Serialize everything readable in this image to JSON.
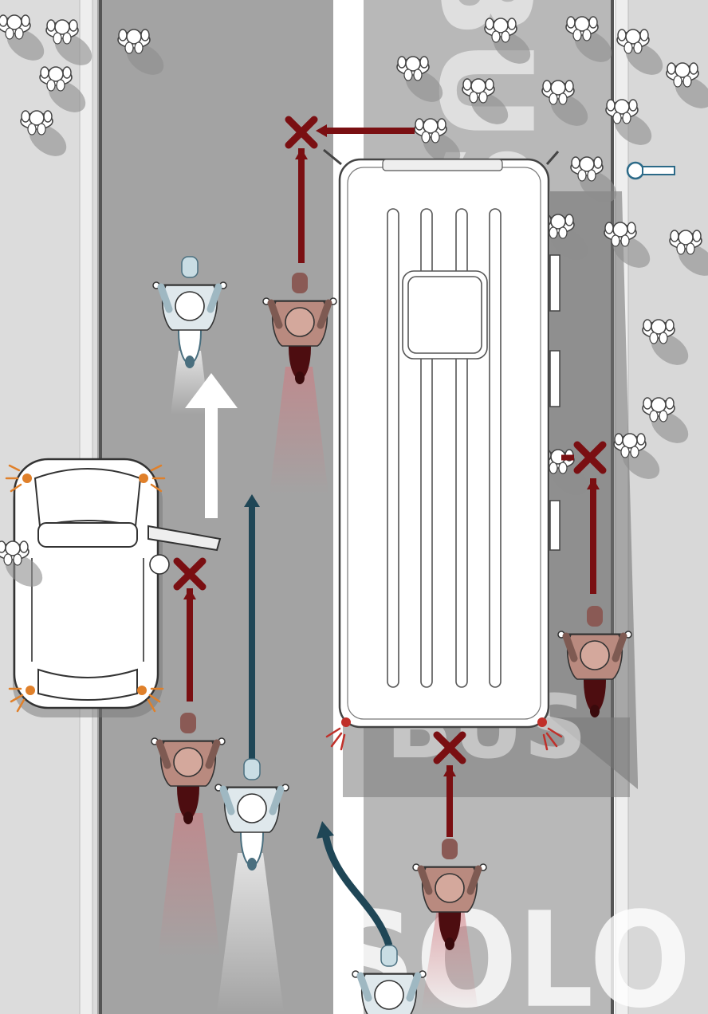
{
  "road_markings": {
    "bus_top": "BUS",
    "bus_bottom": "BUS",
    "solo": "SOLO"
  },
  "colors": {
    "road": "#a3a3a3",
    "bus_lane": "#b6b6b6",
    "sidewalk": "#d3d3d3",
    "danger": "#7a0f12",
    "safe": "#1f4656",
    "safe_rider": "#dfe8ec",
    "danger_rider": "#b98a7f",
    "indicator": "#e0802a",
    "brake": "#c0302a"
  },
  "icons": [
    "danger-x-icon",
    "safe-path-arrow-icon",
    "motorcycle-rider-icon",
    "pedestrian-icon",
    "bus-stop-sign-icon"
  ]
}
